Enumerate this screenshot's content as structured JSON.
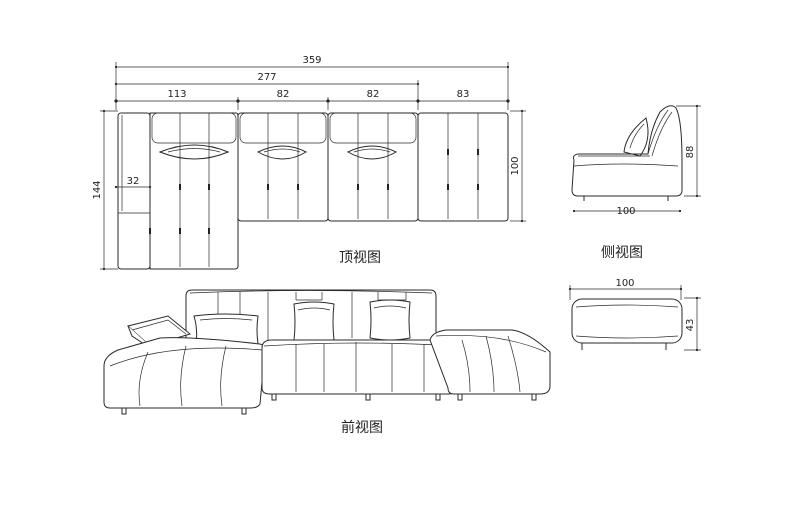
{
  "top_view": {
    "caption": "顶视图",
    "dims": {
      "overall": "359",
      "partial": "277",
      "seg1": "113",
      "seg2": "82",
      "seg3": "82",
      "seg4": "83",
      "depth_left": "144",
      "arm": "32",
      "depth_right": "100"
    }
  },
  "side_view": {
    "caption": "侧视图",
    "dims": {
      "height": "88",
      "depth": "100"
    }
  },
  "ottoman_view": {
    "dims": {
      "width": "100",
      "height": "43"
    }
  },
  "front_view": {
    "caption": "前视图"
  }
}
